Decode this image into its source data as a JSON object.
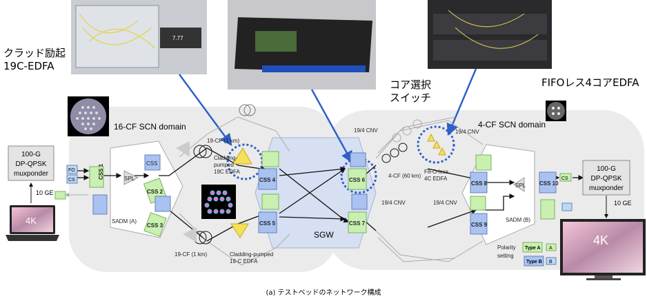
{
  "labels": {
    "edfa_photo_jp_1": "クラッド励起",
    "edfa_photo_jp_2": "19C-EDFA",
    "switch_photo_jp_1": "コア選択",
    "switch_photo_jp_2": "スイッチ",
    "fifo_photo_jp": "FIFOレス4コアEDFA",
    "domain_16cf": "16-CF SCN domain",
    "domain_4cf": "4-CF SCN domain",
    "sgw": "SGW",
    "sadm_a": "SADM (A)",
    "sadm_b": "SADM (B)",
    "fiber_top": "19-CF (1 km)",
    "fiber_bottom": "19-CF (1 km)",
    "edfa_top_1": "Cladding-",
    "edfa_top_2": "pumped",
    "edfa_top_3": "19C EDFA",
    "edfa_bottom_1": "Cladding-pumped",
    "edfa_bottom_2": "19-C EDFA",
    "cnv": "19/4 CNV",
    "fiber_4cf": "4-CF (60 km)",
    "fifo_less_1": "FIFO-less",
    "fifo_less_2": "4C EDFA",
    "polarity_1": "Polarity",
    "polarity_2": "setting",
    "type_a": "Type A",
    "type_b": "Type B",
    "a": "A",
    "b": "B",
    "muxponder_1": "100-G",
    "muxponder_2": "DP-QPSK",
    "muxponder_3": "muxponder",
    "ge": "10 GE",
    "screen_4k": "4K",
    "caption": "(a) テストベッドのネットワーク構成",
    "fo": "FO",
    "cs": "CS",
    "spl": "SPL",
    "css": "CSS",
    "css1": "CSS 1",
    "css2": "CSS 2",
    "css3": "CSS 3",
    "css4": "CSS 4",
    "css5": "CSS 5",
    "css6": "CSS 6",
    "css7": "CSS 7",
    "css8": "CSS 8",
    "css9": "CSS 9",
    "css10": "CSS 10"
  },
  "colors": {
    "green": "#c9f0b0",
    "blue": "#a9c2f0",
    "yellow": "#f5e05a",
    "accent": "#2f5fc8",
    "domain": "#ebebeb",
    "sgw": "#d6e0f2"
  }
}
